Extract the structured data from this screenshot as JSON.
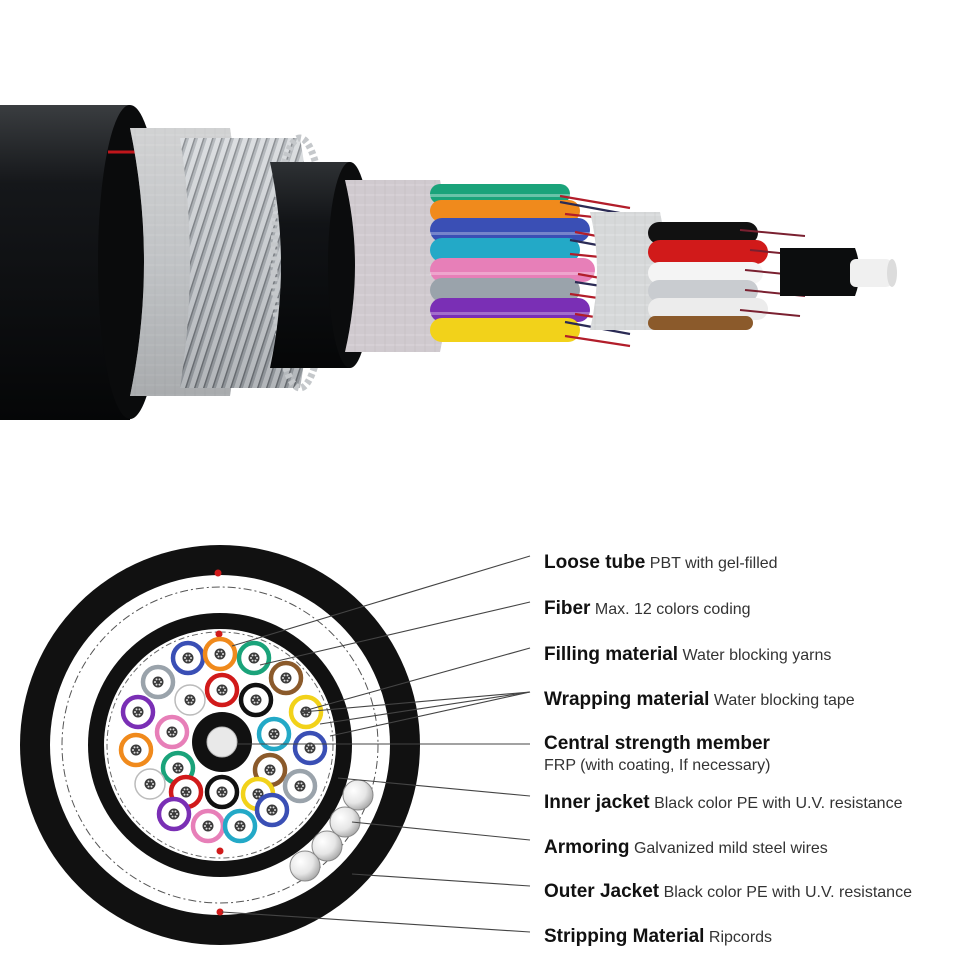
{
  "colors": {
    "jacket": "#111111",
    "ripcord": "#d11a1a",
    "leader": "#444444"
  },
  "tube_colors": [
    "#3a4fb5",
    "#f08a1c",
    "#1aa37a",
    "#8b5a2b",
    "#9aa3ab",
    "#ffffff",
    "#d11a1a",
    "#111111",
    "#f2d21a",
    "#7a2fb5",
    "#e77fb8",
    "#23a9c7"
  ],
  "labels": [
    {
      "title": "Loose tube",
      "desc": "PBT with gel-filled"
    },
    {
      "title": "Fiber",
      "desc": "Max. 12 colors coding"
    },
    {
      "title": "Filling material",
      "desc": "Water blocking yarns"
    },
    {
      "title": "Wrapping material",
      "desc": "Water blocking tape"
    },
    {
      "title": "Central strength member",
      "desc": "FRP (with coating, If necessary)"
    },
    {
      "title": "Inner jacket",
      "desc": "Black color PE with U.V. resistance"
    },
    {
      "title": "Armoring",
      "desc": "Galvanized mild steel wires"
    },
    {
      "title": "Outer Jacket",
      "desc": "Black color PE with U.V. resistance"
    },
    {
      "title": "Stripping Material",
      "desc": "Ripcords"
    }
  ]
}
